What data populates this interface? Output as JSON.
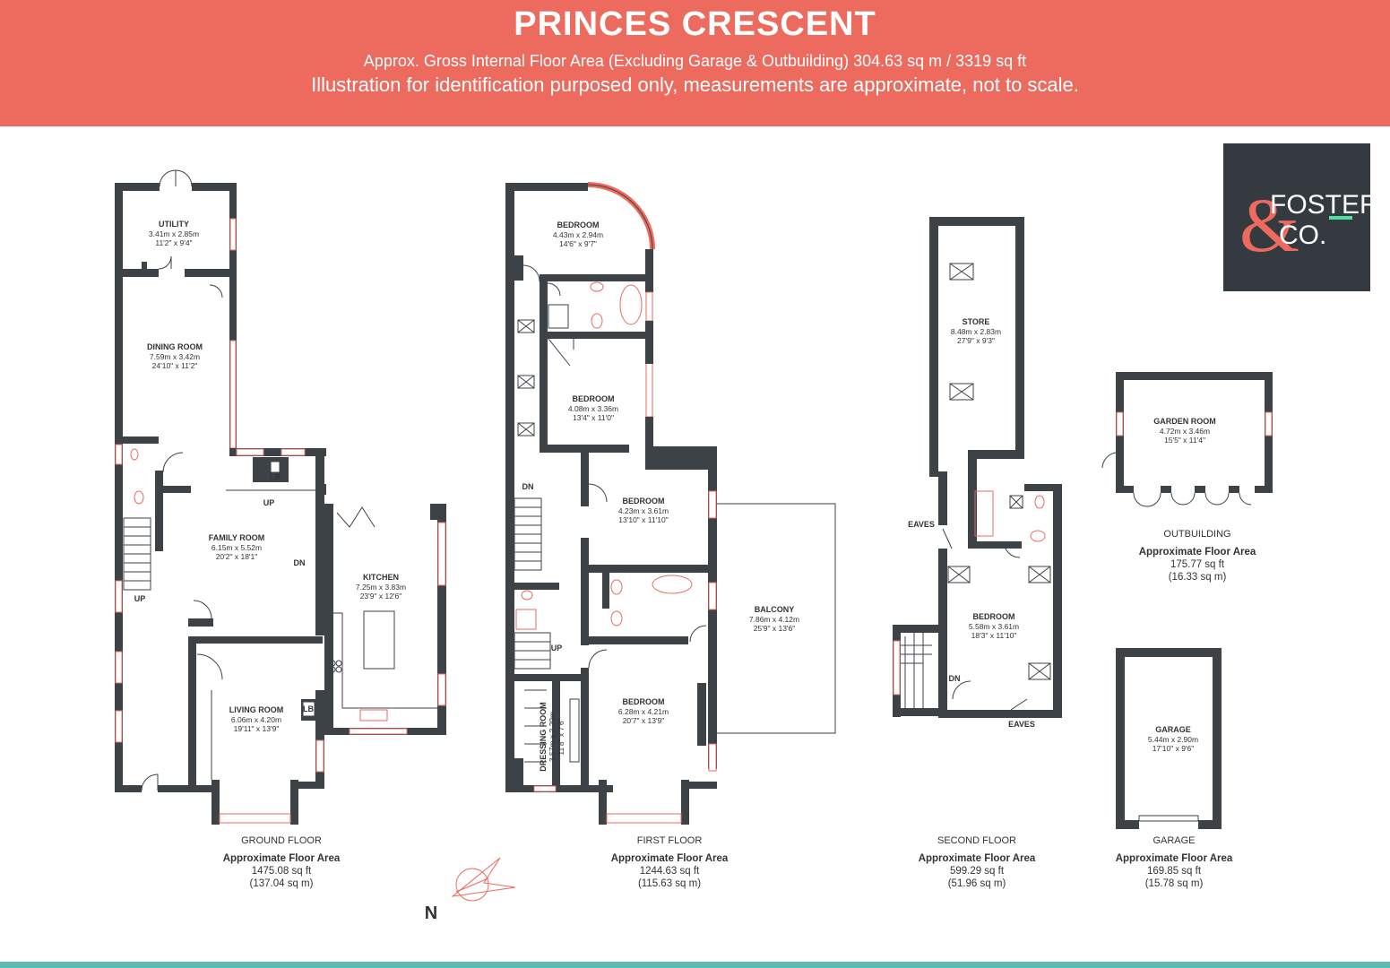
{
  "header": {
    "title": "PRINCES CRESCENT",
    "subtitle1": "Approx. Gross Internal Floor Area (Excluding Garage & Outbuilding) 304.63 sq m / 3319 sq ft",
    "subtitle2": "Illustration for identification purposed only, measurements are approximate, not to scale.",
    "color": "#ec6a5e"
  },
  "logo": {
    "line1": "FOSTER",
    "ampersand": "&",
    "line2": "CO.",
    "bg": "#343a3f",
    "accent": "#ec6a5e",
    "line": "#4fe0a0"
  },
  "rooms": {
    "utility": {
      "name": "UTILITY",
      "metric": "3.41m x 2.85m",
      "imperial": "11'2\" x 9'4\""
    },
    "dining": {
      "name": "DINING ROOM",
      "metric": "7.59m x 3.42m",
      "imperial": "24'10\" x 11'2\""
    },
    "family": {
      "name": "FAMILY ROOM",
      "metric": "6.15m x 5.52m",
      "imperial": "20'2\" x 18'1\""
    },
    "kitchen": {
      "name": "KITCHEN",
      "metric": "7.25m x 3.83m",
      "imperial": "23'9\" x 12'6\""
    },
    "living": {
      "name": "LIVING ROOM",
      "metric": "6.06m x 4.20m",
      "imperial": "19'11\" x 13'9\""
    },
    "bed1": {
      "name": "BEDROOM",
      "metric": "4.43m x 2.94m",
      "imperial": "14'6\" x 9'7\""
    },
    "bed2": {
      "name": "BEDROOM",
      "metric": "4.08m x 3.36m",
      "imperial": "13'4\" x 11'0\""
    },
    "bed3": {
      "name": "BEDROOM",
      "metric": "4.23m x 3.61m",
      "imperial": "13'10\" x 11'10\""
    },
    "balcony": {
      "name": "BALCONY",
      "metric": "7.86m x 4.12m",
      "imperial": "25'9\" x 13'6\""
    },
    "bed4": {
      "name": "BEDROOM",
      "metric": "6.28m x 4.21m",
      "imperial": "20'7\" x 13'9\""
    },
    "dressing": {
      "name": "DRESSING ROOM",
      "metric": "3.57m x 2.29m",
      "imperial": "11'8\" x 7'6\""
    },
    "store": {
      "name": "STORE",
      "metric": "8.48m x 2.83m",
      "imperial": "27'9\" x 9'3\""
    },
    "bed5": {
      "name": "BEDROOM",
      "metric": "5.58m x 3.61m",
      "imperial": "18'3\" x 11'10\""
    },
    "garden": {
      "name": "GARDEN ROOM",
      "metric": "4.72m x 3.46m",
      "imperial": "15'5\" x 11'4\""
    },
    "garage": {
      "name": "GARAGE",
      "metric": "5.44m x 2.90m",
      "imperial": "17'10\" x 9'6\""
    }
  },
  "markers": {
    "lb": "LB",
    "up": "UP",
    "dn": "DN",
    "eaves": "EAVES",
    "north": "N"
  },
  "floors": {
    "ground": {
      "label": "GROUND FLOOR",
      "heading": "Approximate Floor Area",
      "sqft": "1475.08 sq ft",
      "sqm": "(137.04 sq m)"
    },
    "first": {
      "label": "FIRST FLOOR",
      "heading": "Approximate Floor Area",
      "sqft": "1244.63 sq ft",
      "sqm": "(115.63 sq m)"
    },
    "second": {
      "label": "SECOND FLOOR",
      "heading": "Approximate Floor Area",
      "sqft": "599.29 sq ft",
      "sqm": "(51.96 sq m)"
    },
    "outbuilding": {
      "label": "OUTBUILDING",
      "heading": "Approximate Floor Area",
      "sqft": "175.77 sq ft",
      "sqm": "(16.33 sq m)"
    },
    "garage": {
      "label": "GARAGE",
      "heading": "Approximate Floor Area",
      "sqft": "169.85 sq ft",
      "sqm": "(15.78 sq m)"
    }
  },
  "colors": {
    "wall": "#3d4247",
    "window": "#ec6a5e",
    "footer": "#5bbcb4"
  }
}
